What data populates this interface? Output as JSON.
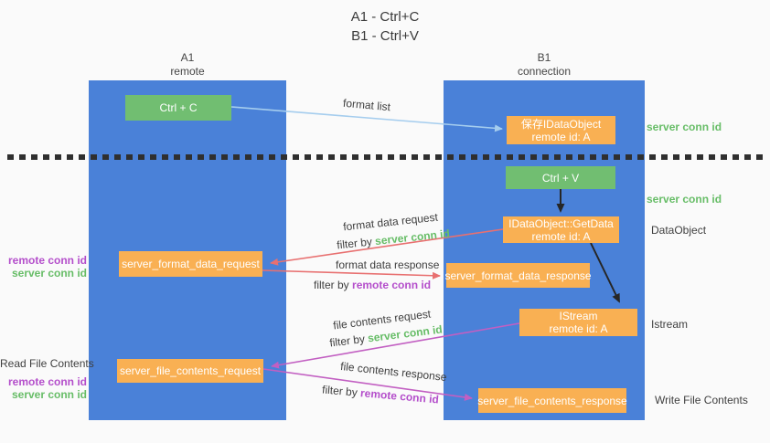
{
  "title": {
    "line1": "A1 - Ctrl+C",
    "line2": "B1 - Ctrl+V"
  },
  "columns": {
    "left": {
      "id": "A1",
      "subtitle": "remote"
    },
    "right": {
      "id": "B1",
      "subtitle": "connection"
    }
  },
  "nodes": {
    "ctrl_c": "Ctrl + C",
    "ctrl_v": "Ctrl + V",
    "save_dataobject": {
      "line1": "保存IDataObject",
      "line2": "remote id: A"
    },
    "getdata": {
      "line1": "IDataObject::GetData",
      "line2": "remote id: A"
    },
    "istream": {
      "line1": "IStream",
      "line2": "remote id: A"
    },
    "server_format_data_request": "server_format_data_request",
    "server_format_data_response": "server_format_data_response",
    "server_file_contents_request": "server_file_contents_request",
    "server_file_contents_response": "server_file_contents_response"
  },
  "flows": {
    "format_list": {
      "label": "format list"
    },
    "format_data_request": {
      "label": "format data request",
      "filter_prefix": "filter by",
      "filter_value": "server conn id"
    },
    "format_data_response": {
      "label": "format data response",
      "filter_prefix": "filter by",
      "filter_value": "remote conn id"
    },
    "file_contents_request": {
      "label": "file contents request",
      "filter_prefix": "filter by",
      "filter_value": "server conn id"
    },
    "file_contents_response": {
      "label": "file contents response",
      "filter_prefix": "filter by",
      "filter_value": "remote conn id"
    }
  },
  "margin_labels": {
    "right_server_conn_id_top": "server conn id",
    "right_server_conn_id_mid": "server conn id",
    "right_dataobject": "DataObject",
    "right_istream": "Istream",
    "right_write_file_contents": "Write File Contents",
    "left_remote_conn_id_top": "remote conn id",
    "left_server_conn_id_top": "server conn id",
    "left_read_file_contents": "Read File Contents",
    "left_remote_conn_id_bottom": "remote conn id",
    "left_server_conn_id_bottom": "server conn id"
  },
  "colors": {
    "background": "#fafafa",
    "column_blue": "#4a81d8",
    "box_green": "#71be71",
    "box_orange": "#f9b053",
    "arrow_light_blue": "#a5cdee",
    "arrow_salmon": "#e87070",
    "arrow_magenta": "#c25fc2",
    "arrow_black": "#262626",
    "text_green": "#67bd67",
    "text_purple": "#b44ecb",
    "text_dark": "#3f3f3f"
  }
}
